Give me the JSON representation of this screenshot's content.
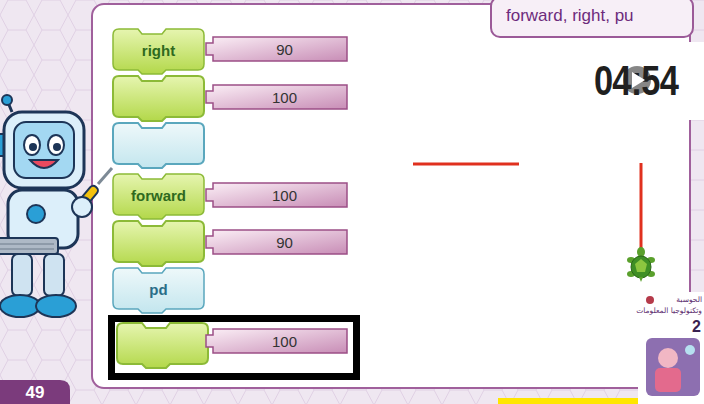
{
  "diagram": {
    "nodes": [
      {
        "text": [
          "forward, right, pu"
        ]
      },
      {
        "text": [
          "right"
        ]
      },
      {
        "text": [
          "90"
        ]
      },
      {
        "text": [
          "100"
        ]
      },
      {
        "text": [
          "forward"
        ]
      },
      {
        "text": [
          "100"
        ]
      },
      {
        "text": [
          "90"
        ]
      },
      {
        "text": [
          "pd"
        ]
      },
      {
        "text": [
          "100"
        ]
      }
    ],
    "labels": [
      "04:54",
      "الحوسبة",
      "وتكنولوجيا المعلومات",
      "2",
      "49"
    ]
  }
}
